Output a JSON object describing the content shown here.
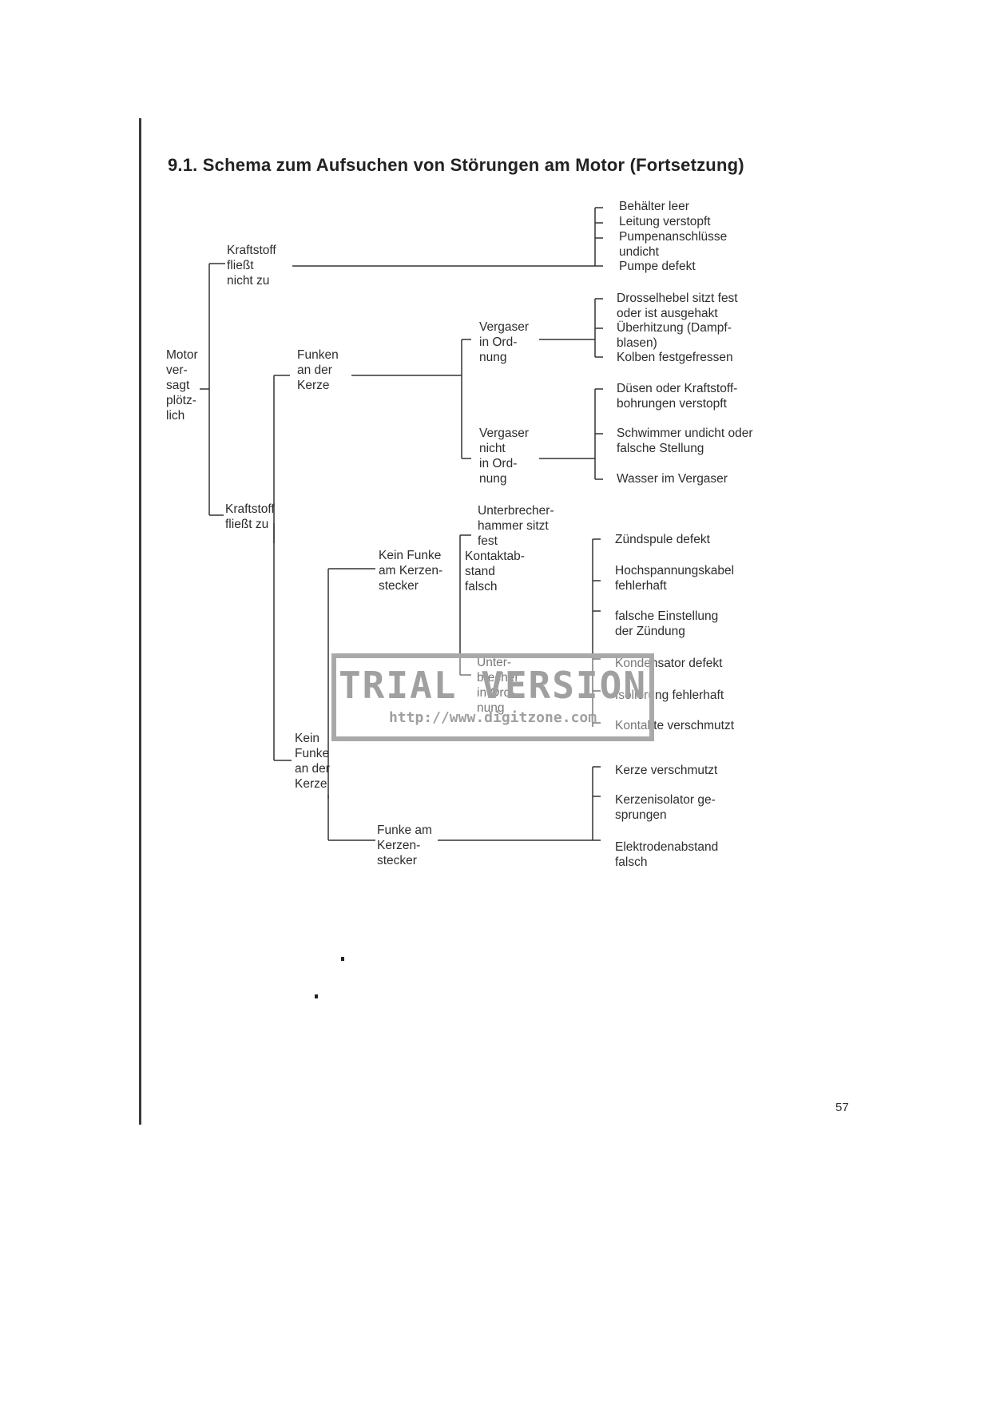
{
  "title": "9.1. Schema zum Aufsuchen von Störungen am Motor (Fortsetzung)",
  "page_number": "57",
  "watermark": {
    "title": "TRIAL VERSION",
    "url": "http://www.digitzone.com"
  },
  "nodes": {
    "motor": "Motor\nver-\nsagt\nplötz-\nlich",
    "kraftstoff_nicht": "Kraftstoff\nfließt\nnicht zu",
    "kraftstoff_zu": "Kraftstoff\nfließt zu",
    "funken_kerze": "Funken\nan der\nKerze",
    "kein_funke_kerze": "Kein\nFunke\nan der\nKerze",
    "vergaser_ok": "Vergaser\nin Ord-\nnung",
    "vergaser_nicht_ok": "Vergaser\nnicht\nin Ord-\nnung",
    "kein_funke_stecker": "Kein Funke\nam Kerzen-\nstecker",
    "funke_stecker": "Funke am\nKerzen-\nstecker",
    "unterbrecher_fest": "Unterbrecher-\nhammer sitzt\nfest",
    "kontaktabstand": "Kontaktab-\nstand\nfalsch",
    "unterbrecher_ok": "Unter-\nbrecher\nin Ord-\nnung"
  },
  "causes": {
    "fuel": [
      "Behälter leer",
      "Leitung verstopft",
      "Pumpenanschlüsse\nundicht",
      "Pumpe defekt"
    ],
    "vergaser_ok": [
      "Drosselhebel sitzt fest\noder ist ausgehakt",
      "Überhitzung (Dampf-\nblasen)",
      "Kolben festgefressen"
    ],
    "vergaser_nicht_ok": [
      "Düsen oder Kraftstoff-\nbohrungen verstopft",
      "Schwimmer undicht oder\nfalsche Stellung",
      "Wasser im Vergaser"
    ],
    "zuendung": [
      "Zündspule defekt",
      "Hochspannungskabel\nfehlerhaft",
      "falsche Einstellung\nder Zündung",
      "Kondensator defekt",
      "Isolierung fehlerhaft",
      "Kontakte verschmutzt"
    ],
    "kerze": [
      "Kerze verschmutzt",
      "Kerzenisolator ge-\nsprungen",
      "Elektrodenabstand\nfalsch"
    ]
  }
}
